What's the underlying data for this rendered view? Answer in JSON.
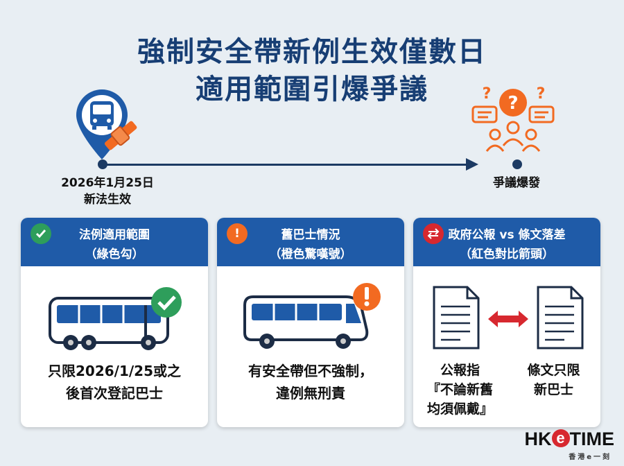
{
  "title": {
    "line1": "強制安全帶新例生效僅數日",
    "line2": "適用範圍引爆爭議"
  },
  "timeline": {
    "start_date": "2026年1月25日",
    "start_label": "新法生效",
    "end_label": "爭議爆發"
  },
  "cards": [
    {
      "title": "法例適用範圍",
      "subtitle": "（綠色勾）",
      "icon": "check-icon",
      "accent": "#2e9e5b",
      "text_line1": "只限2026/1/25或之",
      "text_line2": "後首次登記巴士"
    },
    {
      "title": "舊巴士情況",
      "subtitle": "（橙色驚嘆號）",
      "icon": "exclamation-icon",
      "accent": "#f26a21",
      "text_line1": "有安全帶但不強制，",
      "text_line2": "違例無刑責"
    },
    {
      "title": "政府公報 vs 條文落差",
      "subtitle": "（紅色對比箭頭）",
      "icon": "double-arrow-icon",
      "accent": "#d7282f",
      "left_text_line1": "公報指",
      "left_text_line2": "『不論新舊",
      "left_text_line3": "均須佩戴』",
      "right_text_line1": "條文只限",
      "right_text_line2": "新巴士"
    }
  ],
  "brand": {
    "pre": "HK",
    "e": "e",
    "post": "TIME",
    "sub": "香港e一刻"
  },
  "colors": {
    "navy": "#173e74",
    "header_blue": "#1f5ba8",
    "green": "#2e9e5b",
    "orange": "#f26a21",
    "red": "#d7282f"
  }
}
